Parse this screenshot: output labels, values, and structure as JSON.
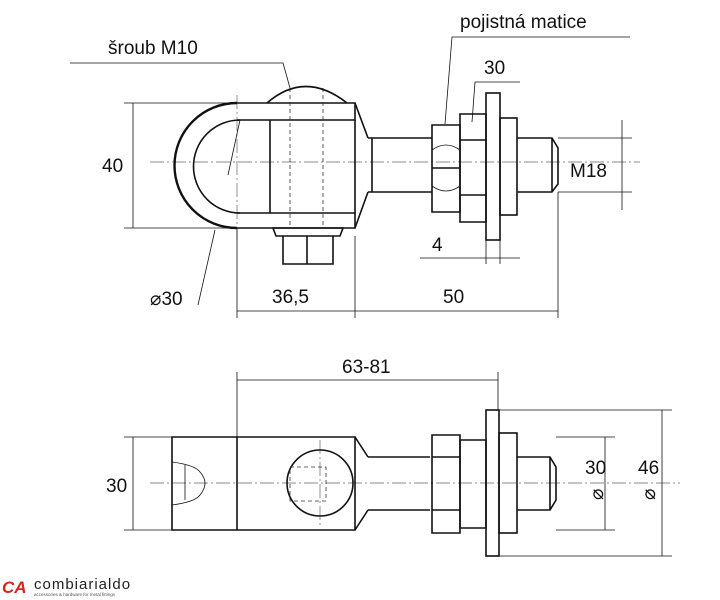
{
  "labels": {
    "screw": "šroub M10",
    "locknut": "pojistná matice",
    "locknut_size": "30",
    "height": "40",
    "thread": "M18",
    "washer_thickness": "4",
    "eye_diameter": "⌀30",
    "eye_length": "36,5",
    "thread_length": "50",
    "adjust_range": "63-81",
    "body_width": "30",
    "inner_diameter": "30",
    "outer_diameter": "46",
    "diameter_symbol": "⌀"
  },
  "logo": {
    "mark": "CA",
    "name": "combiarialdo",
    "tagline": "accessories & hardware for metal fittings",
    "color": "#d0281e"
  }
}
